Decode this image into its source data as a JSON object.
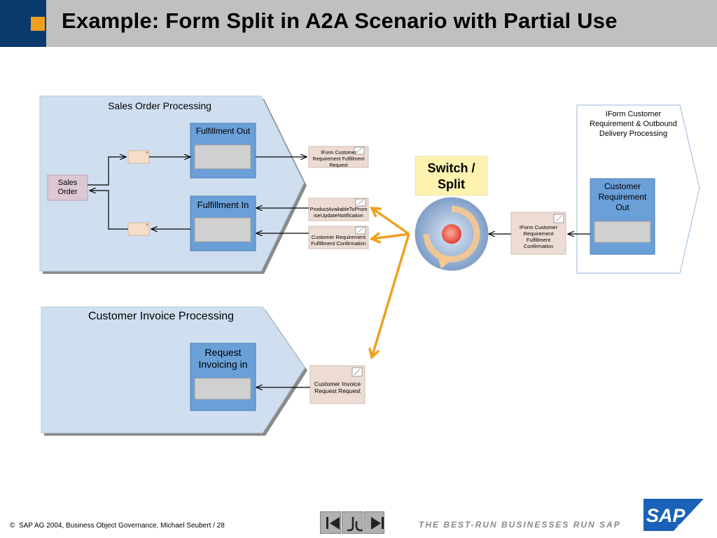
{
  "title": "Example: Form Split in A2A Scenario with Partial Use",
  "processes": {
    "sales": {
      "title": "Sales Order Processing",
      "sales_order": "Sales\nOrder",
      "fulfillment_out": "Fulfillment Out",
      "fulfillment_in": "Fulfillment In"
    },
    "invoice": {
      "title": "Customer Invoice Processing",
      "request_invoicing": "Request\nInvoicing in"
    },
    "iform": {
      "title": "IForm Customer\nRequirement & Outbound\nDelivery Processing",
      "customer_requirement_out": "Customer\nRequirement\nOut"
    }
  },
  "messages": {
    "request": "IForm Customer\nRequirement Fulfillment\nRequest",
    "product_available": "ProductAvailableToProm\niseUpdateNotification",
    "confirmation": "Customer Requirement\nFulfillment Confirmation",
    "iform_confirmation": "IForm Customer\nRequirement\nFulfillment\nConfirmation",
    "invoice_request": "Customer Invoice\nRequest Request"
  },
  "switch_label": "Switch /\nSplit",
  "footer": {
    "copyright_symbol": "©",
    "text": "SAP AG 2004, Business Object Governance, Michael Seubert / 28",
    "slogan": "THE BEST-RUN BUSINESSES RUN SAP",
    "logo": "SAP",
    "logo_mark": "®"
  },
  "colors": {
    "title_bar": "#c0c0c0",
    "title_accent_blue": "#0a3a6e",
    "title_accent_orange": "#f0a020",
    "process_fill": "#cfdff0",
    "interface_box": "#6a9fd8",
    "message_fill": "#ecdcd4",
    "switch_label_fill": "#fdf2b0",
    "arrow_orange": "#f0a020"
  },
  "icons": [
    "document-icon",
    "switch-split-icon",
    "nav-first-icon",
    "nav-home-icon",
    "nav-last-icon",
    "sap-logo"
  ]
}
